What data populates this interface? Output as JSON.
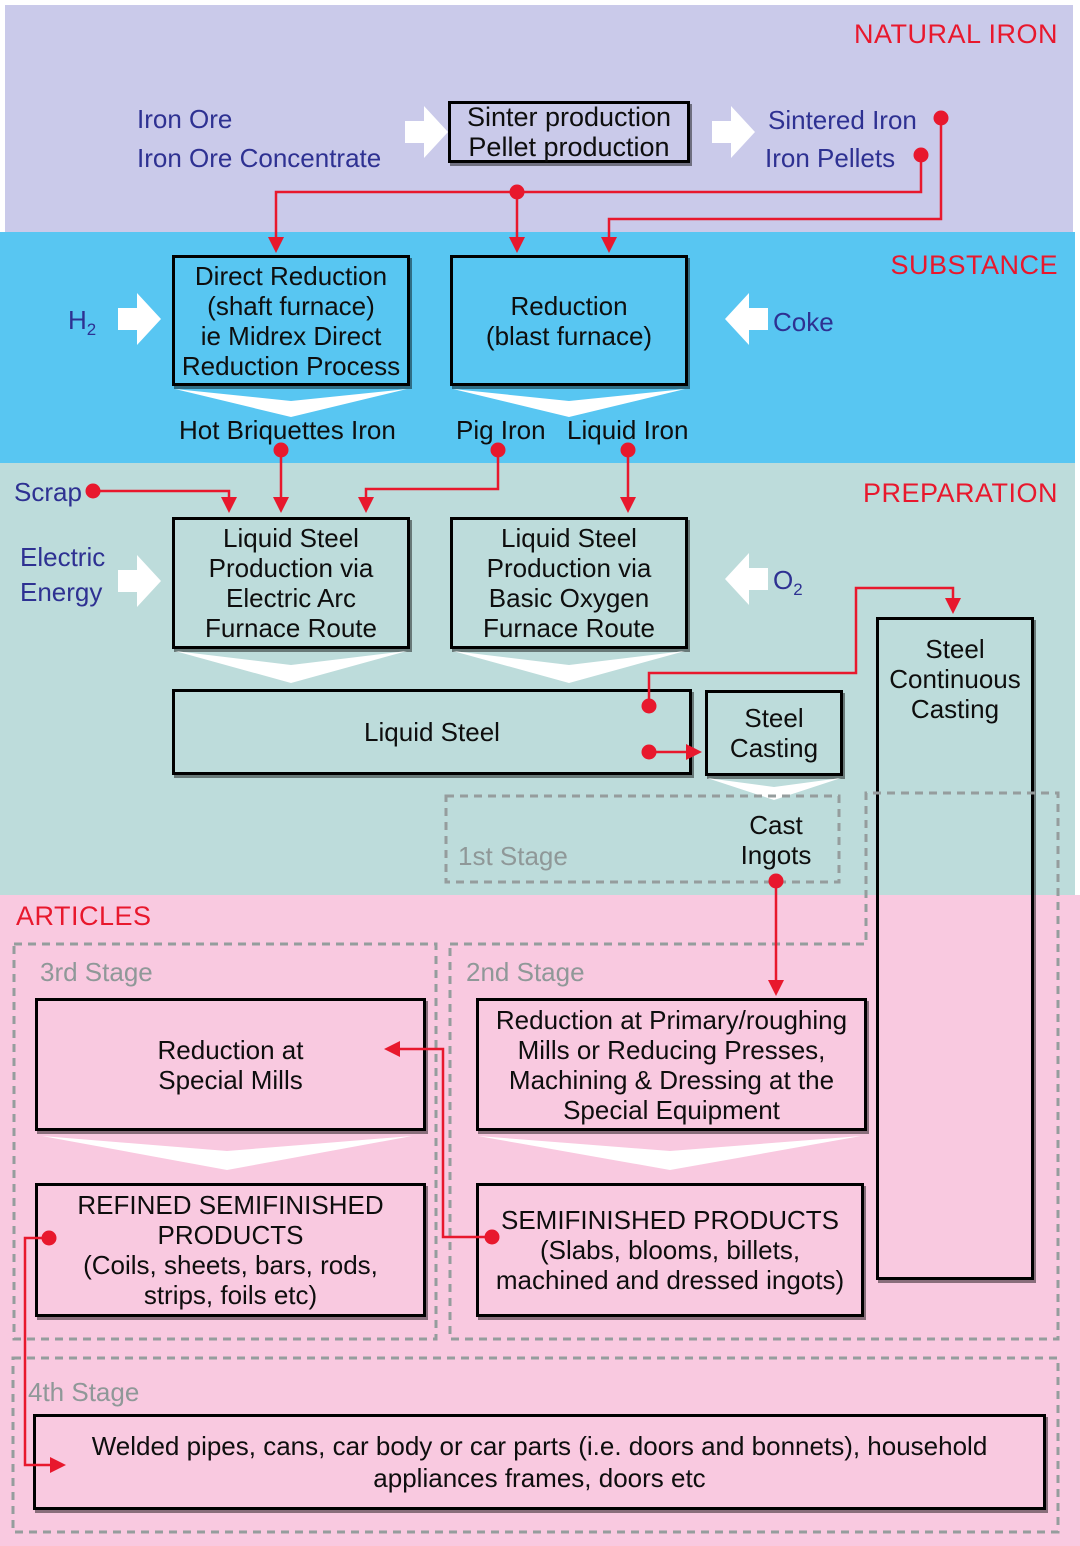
{
  "palette": {
    "band_natural": "#cacaea",
    "band_substance": "#58c6f2",
    "band_preparation": "#bddcdb",
    "band_articles": "#f9c9e0",
    "connector_red": "#e8182d",
    "label_navy": "#2e3192",
    "stage_grey": "#8f9898",
    "box_border": "#000000"
  },
  "bands": {
    "natural": {
      "title": "NATURAL IRON"
    },
    "substance": {
      "title": "SUBSTANCE"
    },
    "preparation": {
      "title": "PREPARATION"
    },
    "articles": {
      "title": "ARTICLES"
    }
  },
  "natural": {
    "inputs": [
      "Iron Ore",
      "Iron Ore Concentrate"
    ],
    "process": {
      "lines": [
        "Sinter production",
        "Pellet production"
      ]
    },
    "outputs": [
      "Sintered Iron",
      "Iron Pellets"
    ]
  },
  "substance": {
    "h2": {
      "base": "H",
      "sub": "2"
    },
    "coke": "Coke",
    "direct_reduction": {
      "lines": [
        "Direct Reduction",
        "(shaft furnace)",
        "ie Midrex Direct",
        "Reduction Process"
      ]
    },
    "blast_furnace": {
      "lines": [
        "Reduction",
        "(blast furnace)"
      ]
    },
    "outputs": [
      "Hot Briquettes Iron",
      "Pig Iron",
      "Liquid Iron"
    ]
  },
  "preparation": {
    "scrap": "Scrap",
    "electric": {
      "lines": [
        "Electric",
        "Energy"
      ]
    },
    "o2": {
      "base": "O",
      "sub": "2"
    },
    "eaf": {
      "lines": [
        "Liquid Steel",
        "Production via",
        "Electric Arc",
        "Furnace Route"
      ]
    },
    "bof": {
      "lines": [
        "Liquid Steel",
        "Production via",
        "Basic Oxygen",
        "Furnace Route"
      ]
    },
    "liquid_steel": "Liquid Steel",
    "steel_casting": {
      "lines": [
        "Steel",
        "Casting"
      ]
    },
    "continuous_casting": {
      "lines": [
        "Steel",
        "Continuous",
        "Casting"
      ]
    },
    "stage1": {
      "label": "1st Stage",
      "cast_ingots": {
        "lines": [
          "Cast",
          "Ingots"
        ]
      }
    }
  },
  "articles": {
    "stage3": {
      "label": "3rd Stage",
      "special_mills": {
        "lines": [
          "Reduction at",
          "Special Mills"
        ]
      },
      "refined": {
        "lines": [
          "REFINED SEMIFINISHED",
          "PRODUCTS",
          "(Coils, sheets, bars, rods,",
          "strips, foils etc)"
        ]
      }
    },
    "stage2": {
      "label": "2nd Stage",
      "primary_mills": {
        "lines": [
          "Reduction at Primary/roughing",
          "Mills or Reducing Presses,",
          "Machining & Dressing at the",
          "Special Equipment"
        ]
      },
      "semifinished": {
        "lines": [
          "SEMIFINISHED PRODUCTS",
          "(Slabs, blooms, billets,",
          "machined and dressed ingots)"
        ]
      }
    },
    "stage4": {
      "label": "4th Stage",
      "products": {
        "lines": [
          "Welded pipes, cans, car body or car parts (i.e. doors and bonnets), household",
          "appliances frames, doors etc"
        ]
      }
    }
  }
}
